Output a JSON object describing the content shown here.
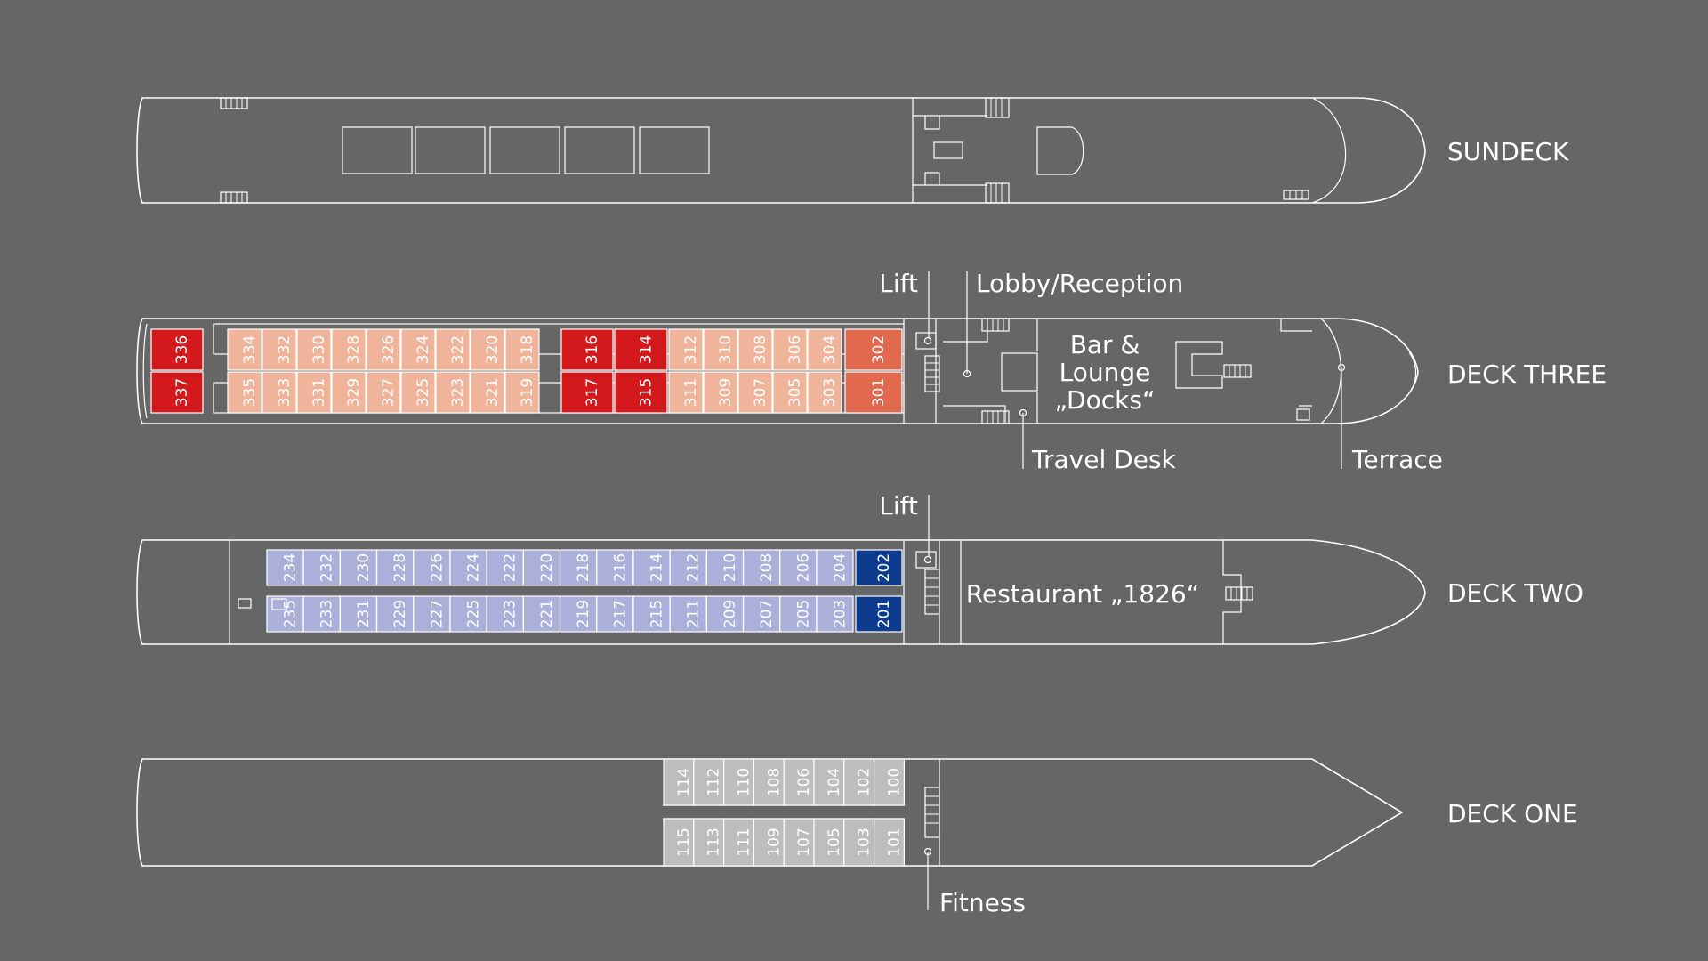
{
  "decks": {
    "sundeck": {
      "name": "SUNDECK"
    },
    "deck_three": {
      "name": "DECK THREE",
      "bar_lounge": [
        "Bar &",
        "Lounge",
        "„Docks“"
      ],
      "callouts": {
        "lift": "Lift",
        "lobby": "Lobby/Reception",
        "travel_desk": "Travel Desk",
        "terrace": "Terrace"
      },
      "cabins_top": [
        {
          "num": "336",
          "cat": "suite"
        },
        {
          "num": "334",
          "cat": "standard"
        },
        {
          "num": "332",
          "cat": "standard"
        },
        {
          "num": "330",
          "cat": "standard"
        },
        {
          "num": "328",
          "cat": "standard"
        },
        {
          "num": "326",
          "cat": "standard"
        },
        {
          "num": "324",
          "cat": "standard"
        },
        {
          "num": "322",
          "cat": "standard"
        },
        {
          "num": "320",
          "cat": "standard"
        },
        {
          "num": "318",
          "cat": "standard"
        },
        {
          "num": "316",
          "cat": "suite"
        },
        {
          "num": "314",
          "cat": "suite"
        },
        {
          "num": "312",
          "cat": "standard"
        },
        {
          "num": "310",
          "cat": "standard"
        },
        {
          "num": "308",
          "cat": "standard"
        },
        {
          "num": "306",
          "cat": "standard"
        },
        {
          "num": "304",
          "cat": "standard"
        },
        {
          "num": "302",
          "cat": "junior"
        }
      ],
      "cabins_bottom": [
        {
          "num": "337",
          "cat": "suite"
        },
        {
          "num": "335",
          "cat": "standard"
        },
        {
          "num": "333",
          "cat": "standard"
        },
        {
          "num": "331",
          "cat": "standard"
        },
        {
          "num": "329",
          "cat": "standard"
        },
        {
          "num": "327",
          "cat": "standard"
        },
        {
          "num": "325",
          "cat": "standard"
        },
        {
          "num": "323",
          "cat": "standard"
        },
        {
          "num": "321",
          "cat": "standard"
        },
        {
          "num": "319",
          "cat": "standard"
        },
        {
          "num": "317",
          "cat": "suite"
        },
        {
          "num": "315",
          "cat": "suite"
        },
        {
          "num": "311",
          "cat": "standard"
        },
        {
          "num": "309",
          "cat": "standard"
        },
        {
          "num": "307",
          "cat": "standard"
        },
        {
          "num": "305",
          "cat": "standard"
        },
        {
          "num": "303",
          "cat": "standard"
        },
        {
          "num": "301",
          "cat": "junior"
        }
      ]
    },
    "deck_two": {
      "name": "DECK TWO",
      "restaurant": "Restaurant „1826“",
      "callouts": {
        "lift": "Lift"
      },
      "cabins_top": [
        {
          "num": "234",
          "cat": "standard"
        },
        {
          "num": "232",
          "cat": "standard"
        },
        {
          "num": "230",
          "cat": "standard"
        },
        {
          "num": "228",
          "cat": "standard"
        },
        {
          "num": "226",
          "cat": "standard"
        },
        {
          "num": "224",
          "cat": "standard"
        },
        {
          "num": "222",
          "cat": "standard"
        },
        {
          "num": "220",
          "cat": "standard"
        },
        {
          "num": "218",
          "cat": "standard"
        },
        {
          "num": "216",
          "cat": "standard"
        },
        {
          "num": "214",
          "cat": "standard"
        },
        {
          "num": "212",
          "cat": "standard"
        },
        {
          "num": "210",
          "cat": "standard"
        },
        {
          "num": "208",
          "cat": "standard"
        },
        {
          "num": "206",
          "cat": "standard"
        },
        {
          "num": "204",
          "cat": "standard"
        },
        {
          "num": "202",
          "cat": "special"
        }
      ],
      "cabins_bottom": [
        {
          "num": "235",
          "cat": "standard"
        },
        {
          "num": "233",
          "cat": "standard"
        },
        {
          "num": "231",
          "cat": "standard"
        },
        {
          "num": "229",
          "cat": "standard"
        },
        {
          "num": "227",
          "cat": "standard"
        },
        {
          "num": "225",
          "cat": "standard"
        },
        {
          "num": "223",
          "cat": "standard"
        },
        {
          "num": "221",
          "cat": "standard"
        },
        {
          "num": "219",
          "cat": "standard"
        },
        {
          "num": "217",
          "cat": "standard"
        },
        {
          "num": "215",
          "cat": "standard"
        },
        {
          "num": "211",
          "cat": "standard"
        },
        {
          "num": "209",
          "cat": "standard"
        },
        {
          "num": "207",
          "cat": "standard"
        },
        {
          "num": "205",
          "cat": "standard"
        },
        {
          "num": "203",
          "cat": "standard"
        },
        {
          "num": "201",
          "cat": "special"
        }
      ]
    },
    "deck_one": {
      "name": "DECK ONE",
      "callouts": {
        "fitness": "Fitness"
      },
      "cabins_top": [
        {
          "num": "114",
          "cat": "standard"
        },
        {
          "num": "112",
          "cat": "standard"
        },
        {
          "num": "110",
          "cat": "standard"
        },
        {
          "num": "108",
          "cat": "standard"
        },
        {
          "num": "106",
          "cat": "standard"
        },
        {
          "num": "104",
          "cat": "standard"
        },
        {
          "num": "102",
          "cat": "standard"
        },
        {
          "num": "100",
          "cat": "standard"
        }
      ],
      "cabins_bottom": [
        {
          "num": "115",
          "cat": "standard"
        },
        {
          "num": "113",
          "cat": "standard"
        },
        {
          "num": "111",
          "cat": "standard"
        },
        {
          "num": "109",
          "cat": "standard"
        },
        {
          "num": "107",
          "cat": "standard"
        },
        {
          "num": "105",
          "cat": "standard"
        },
        {
          "num": "103",
          "cat": "standard"
        },
        {
          "num": "101",
          "cat": "standard"
        }
      ]
    }
  },
  "colors": {
    "background": "#666666",
    "deck3_standard": "#EFB49A",
    "deck3_junior": "#E2684E",
    "deck3_suite": "#D3191C",
    "deck2_standard": "#AAB0DA",
    "deck2_special": "#0D3C8E",
    "deck1_standard": "#BDBDBD",
    "line": "#FFFFFF"
  }
}
